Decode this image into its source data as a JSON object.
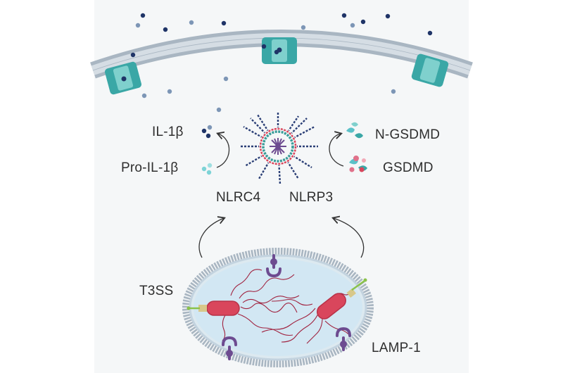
{
  "labels": {
    "il1b": "IL-1β",
    "pro_il1b": "Pro-IL-1β",
    "n_gsdmd": "N-GSDMD",
    "gsdmd": "GSDMD",
    "nlrc4": "NLRC4",
    "nlrp3": "NLRP3",
    "t3ss": "T3SS",
    "lamp1": "LAMP-1"
  },
  "colors": {
    "background": "#f5f7f8",
    "membrane_head": "#a9b6c2",
    "membrane_tail": "#d5dde4",
    "pore": "#3aa7a6",
    "cytokine_dark": "#1f3467",
    "cytokine_light": "#7d96b6",
    "bacteria": "#d9465c",
    "flagella": "#a0223f",
    "lamp": "#6d4b90",
    "gsdmd_teal": "#5bc1c8",
    "gsdmd_pink": "#e0718a",
    "vacuole_fill": "#d2e7f3",
    "arrow": "#333333"
  }
}
